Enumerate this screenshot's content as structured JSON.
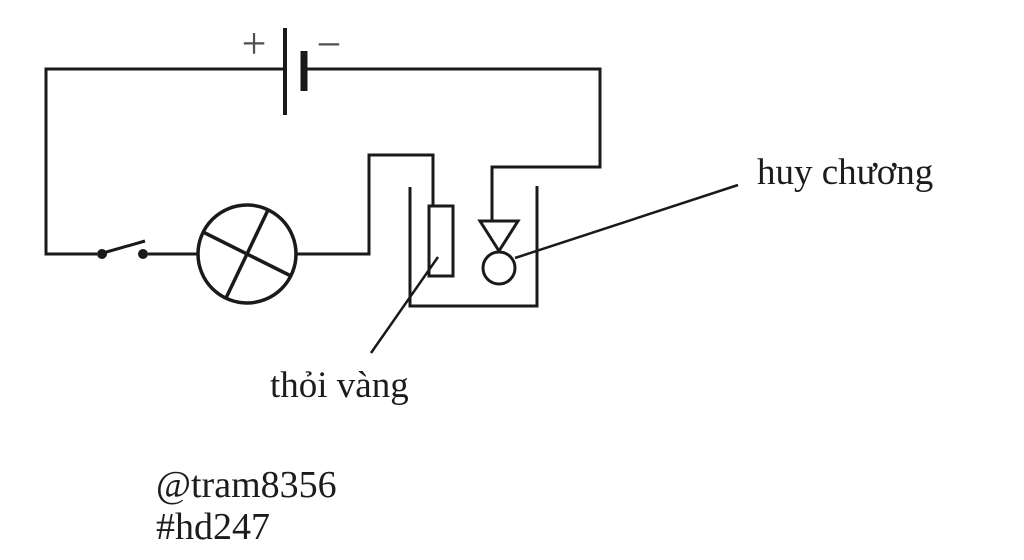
{
  "diagram": {
    "battery": {
      "positive_sign": "+",
      "negative_sign": "−"
    },
    "annotations": {
      "medal_label": "huy chương",
      "gold_bar_label": "thỏi vàng"
    },
    "watermark": {
      "handle": "@tram8356",
      "hashtag": "#hd247"
    },
    "colors": {
      "wire": "#1a1a1a",
      "battery_sign": "#4f4f4f",
      "label_text": "#1c1c1c",
      "background": "#ffffff"
    }
  }
}
